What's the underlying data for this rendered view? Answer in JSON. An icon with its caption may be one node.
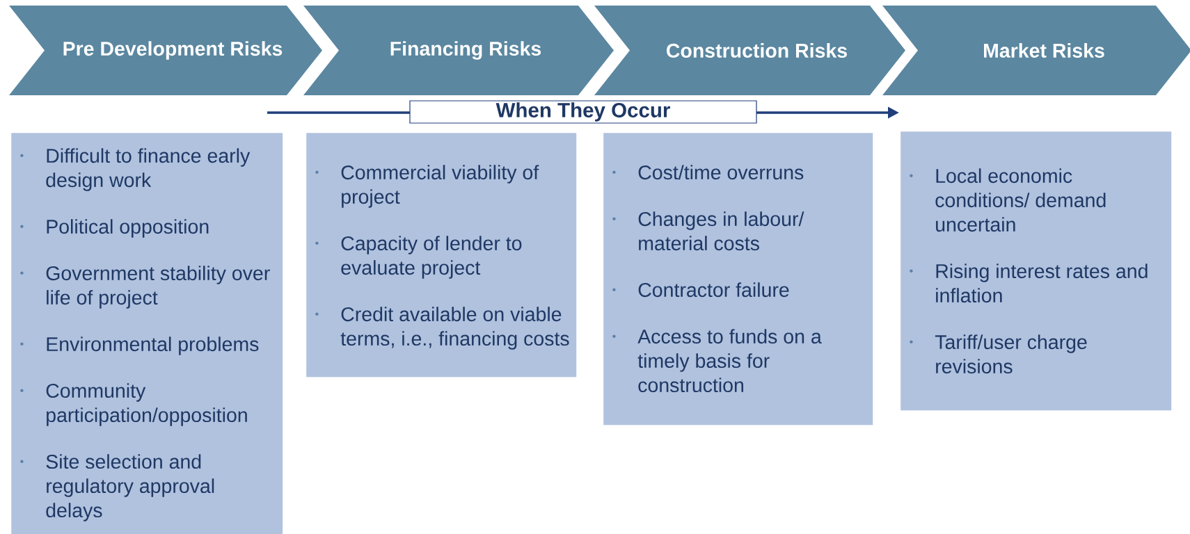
{
  "diagram": {
    "nodes": [
      {
        "text": [
          "Pre Development Risks"
        ]
      },
      {
        "text": [
          "Financing Risks"
        ]
      },
      {
        "text": [
          "Construction Risks"
        ]
      },
      {
        "text": [
          "Market Risks"
        ]
      },
      {
        "text": [
          "Difficult to finance early design work",
          "Political opposition",
          "Government stability over life of project",
          "Environmental problems",
          "Community participation/opposition",
          "Site selection and regulatory approval delays"
        ]
      },
      {
        "text": [
          "Commercial viability of project",
          "Capacity of lender to evaluate project",
          "Credit available on viable terms, i.e., financing costs"
        ]
      },
      {
        "text": [
          "Cost/time overruns",
          "Changes in labour/ material costs",
          "Contractor failure",
          "Access to funds on a timely basis for construction"
        ]
      },
      {
        "text": [
          "Local economic conditions/ demand uncertain",
          "Rising interest rates and inflation",
          "Tariff/user charge revisions"
        ]
      }
    ],
    "edges": [],
    "labels": [
      "When They Occur"
    ]
  }
}
